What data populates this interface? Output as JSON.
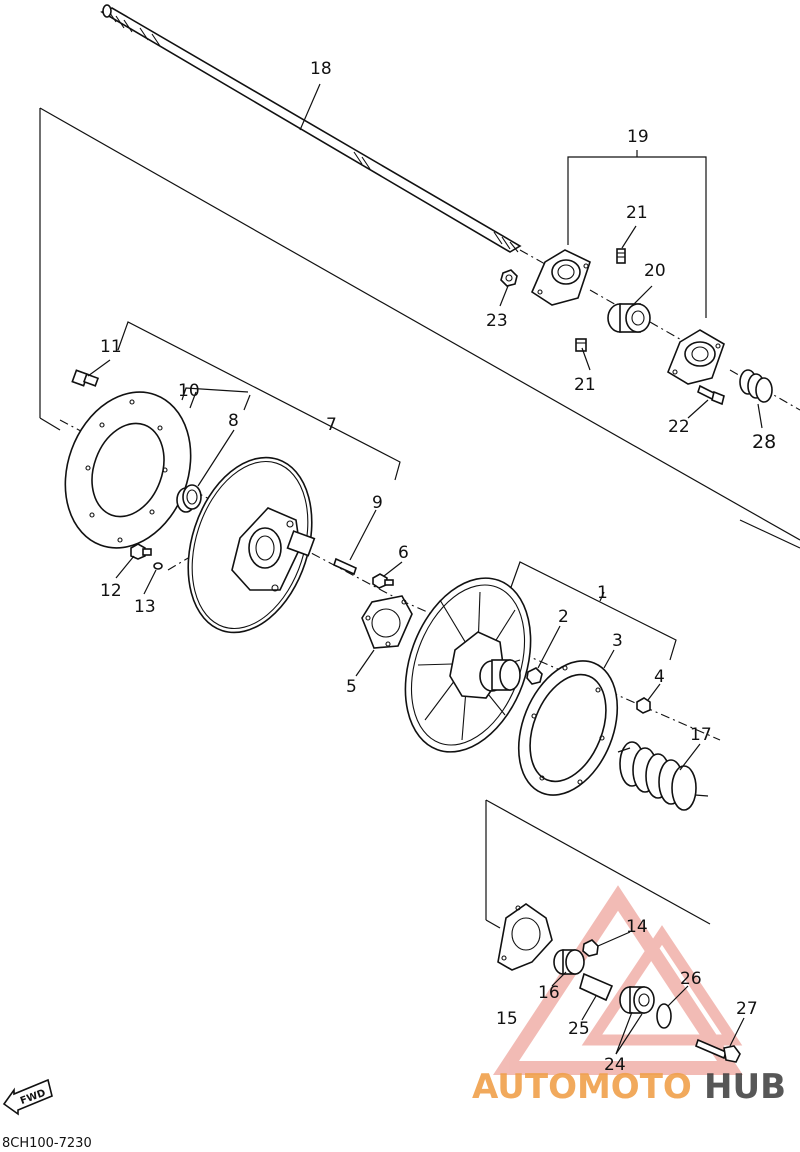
{
  "diagram": {
    "code": "8CH100-7230",
    "fwd_label": "FWD",
    "callouts": {
      "c1": "1",
      "c2": "2",
      "c3": "3",
      "c4": "4",
      "c5": "5",
      "c6": "6",
      "c7": "7",
      "c8": "8",
      "c9": "9",
      "c10": "10",
      "c11": "11",
      "c12": "12",
      "c13": "13",
      "c14": "14",
      "c15": "15",
      "c16": "16",
      "c17": "17",
      "c18": "18",
      "c19": "19",
      "c20": "20",
      "c21a": "21",
      "c21b": "21",
      "c22": "22",
      "c23": "23",
      "c24": "24",
      "c25": "25",
      "c26": "26",
      "c27": "27",
      "c28": "28"
    }
  },
  "watermark": {
    "part1": "AUTOMOTO",
    "part2": "HUB",
    "color_primary": "#f0a04b",
    "color_accent": "#e03a3a",
    "color_dark": "#3a3a3a"
  }
}
